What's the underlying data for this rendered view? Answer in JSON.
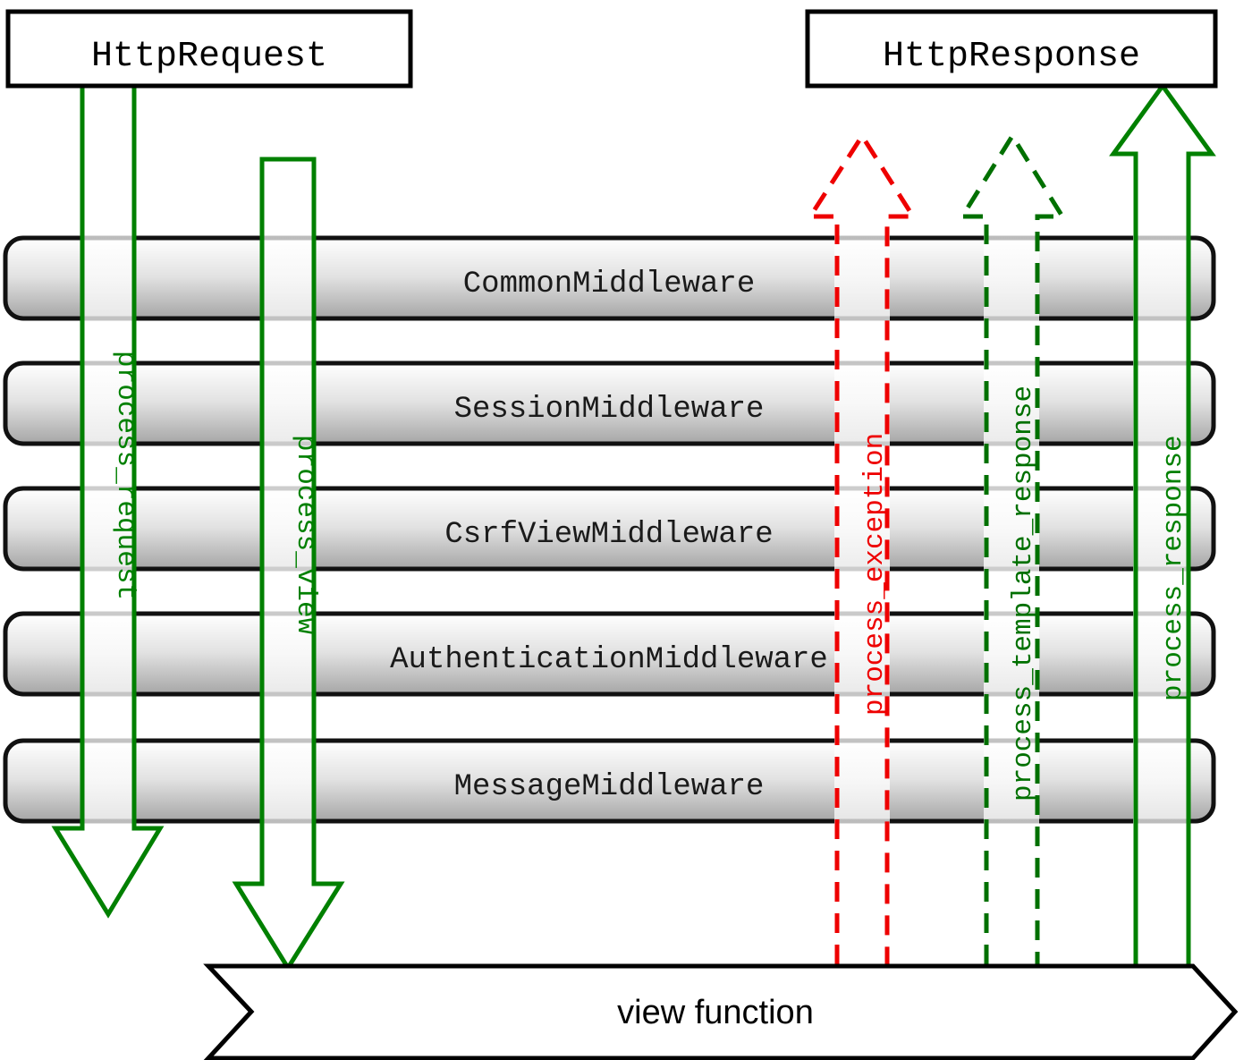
{
  "diagram": {
    "title_request": "HttpRequest",
    "title_response": "HttpResponse",
    "view_function": "view function",
    "middleware": [
      {
        "label": "CommonMiddleware"
      },
      {
        "label": "SessionMiddleware"
      },
      {
        "label": "CsrfViewMiddleware"
      },
      {
        "label": "AuthenticationMiddleware"
      },
      {
        "label": "MessageMiddleware"
      }
    ],
    "hooks": [
      {
        "label": "process_request",
        "color": "#008000",
        "style": "solid",
        "direction": "down"
      },
      {
        "label": "process_view",
        "color": "#008000",
        "style": "solid",
        "direction": "down"
      },
      {
        "label": "process_exception",
        "color": "#ee0000",
        "style": "dashed",
        "direction": "up"
      },
      {
        "label": "process_template_response",
        "color": "#007000",
        "style": "dashed",
        "direction": "up"
      },
      {
        "label": "process_response",
        "color": "#008000",
        "style": "solid",
        "direction": "up"
      }
    ],
    "colors": {
      "green": "#008000",
      "dark_green": "#006b00",
      "red": "#ee0000",
      "outline": "#000000",
      "bar_top": "#fdfdfd",
      "bar_bottom": "#a8a8a8",
      "background": "#ffffff"
    }
  }
}
